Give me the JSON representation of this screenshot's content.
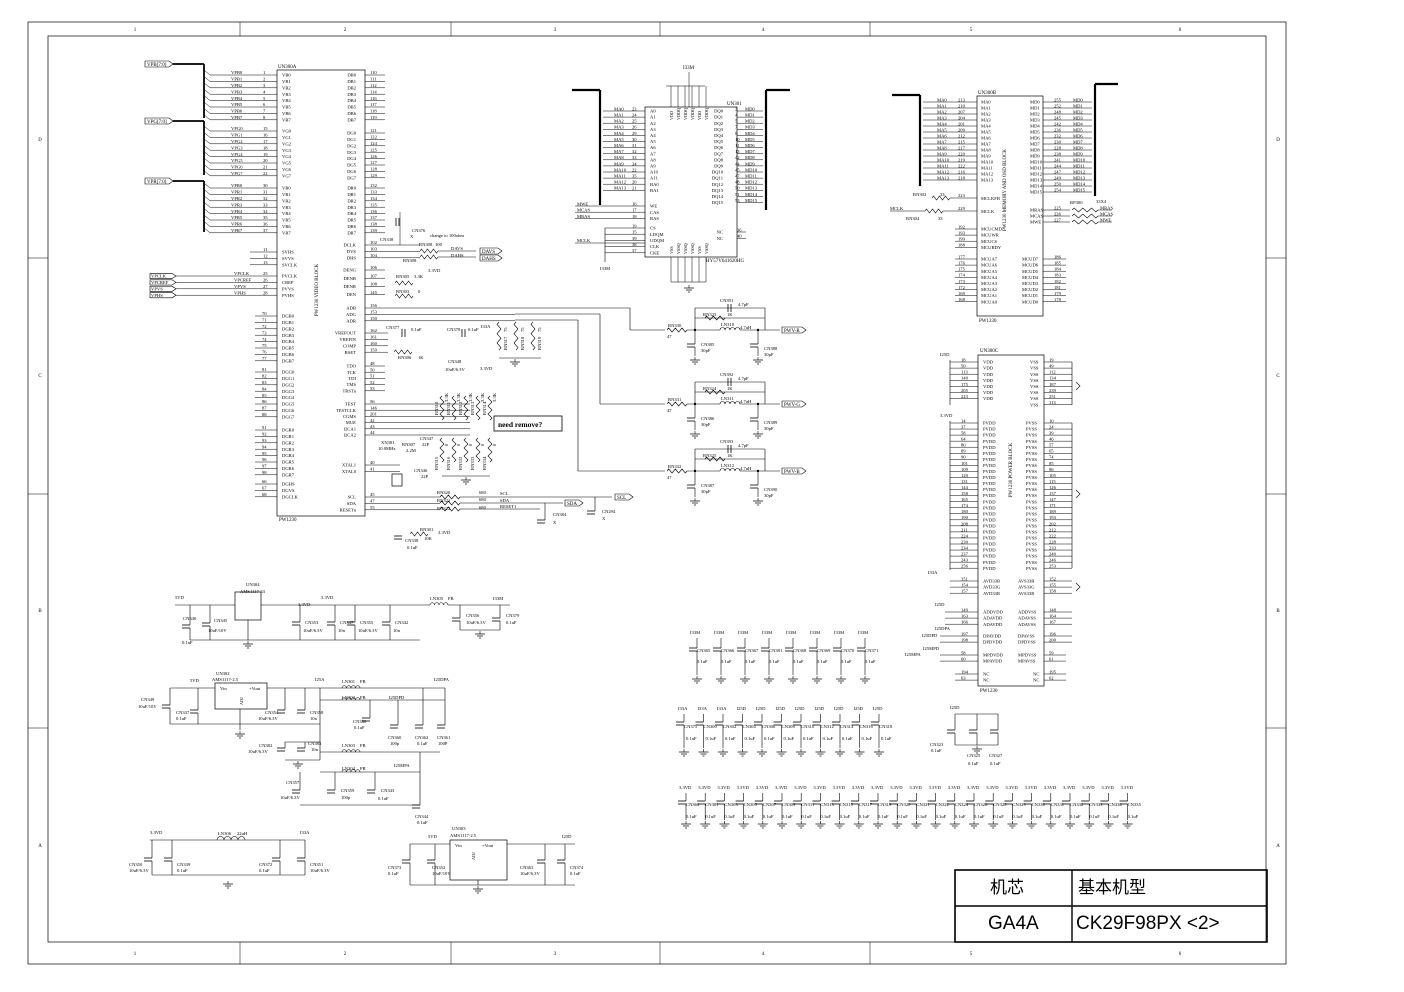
{
  "frame": {
    "col_numbers": [
      "1",
      "2",
      "3",
      "4",
      "5",
      "6"
    ],
    "row_letters": [
      "D",
      "C",
      "B",
      "A"
    ]
  },
  "un300a": {
    "ref": "UN300A",
    "block_label": "PW1230 VIDEO BLOCK",
    "part": "PW1230",
    "buses": [
      "VPB[7:0]",
      "VPG[7:0]",
      "VPR[7:0]"
    ],
    "vpb": [
      "VPB0",
      "VPB1",
      "VPB2",
      "VPB3",
      "VPB4",
      "VPB5",
      "VPB6",
      "VPB7"
    ],
    "vpb_pins": [
      "1",
      "2",
      "3",
      "4",
      "5",
      "6",
      "7",
      "8"
    ],
    "vb": [
      "VB0",
      "VB1",
      "VB2",
      "VB3",
      "VB4",
      "VB5",
      "VB6",
      "VB7"
    ],
    "vpg": [
      "VPG0",
      "VPG1",
      "VPG2",
      "VPG3",
      "VPG4",
      "VPG5",
      "VPG6",
      "VPG7"
    ],
    "vpg_pins": [
      "15",
      "16",
      "17",
      "18",
      "19",
      "20",
      "21",
      "22"
    ],
    "vg": [
      "VG0",
      "VG1",
      "VG2",
      "VG3",
      "VG4",
      "VG5",
      "VG6",
      "VG7"
    ],
    "vpr": [
      "VPR0",
      "VPR1",
      "VPR2",
      "VPR3",
      "VPR4",
      "VPR5",
      "VPR6",
      "VPR7"
    ],
    "vpr_pins": [
      "30",
      "31",
      "32",
      "33",
      "34",
      "35",
      "36",
      "37"
    ],
    "vr": [
      "VR0",
      "VR1",
      "VR2",
      "VR3",
      "VR4",
      "VR5",
      "VR6",
      "VR7"
    ],
    "sync": [
      "SVHS",
      "SVVS",
      "SVCLK"
    ],
    "sync_pins": [
      "11",
      "12",
      "13"
    ],
    "ctrl_nets": [
      "VPCLK",
      "VPCREF",
      "VPVS",
      "VPHS"
    ],
    "ctrl_pins": [
      "25",
      "26",
      "27",
      "28"
    ],
    "ctrl": [
      "PVCLK",
      "CREF",
      "PVVS",
      "PVHS"
    ],
    "dgb_pins": [
      "70",
      "71",
      "72",
      "73",
      "74",
      "75",
      "76",
      "77"
    ],
    "dgb": [
      "DGB0",
      "DGB1",
      "DGB2",
      "DGB3",
      "DGB4",
      "DGB5",
      "DGB6",
      "DGB7"
    ],
    "dgg_pins": [
      "81",
      "82",
      "83",
      "84",
      "85",
      "86",
      "87",
      "88"
    ],
    "dgg": [
      "DGG0",
      "DGG1",
      "DGG2",
      "DGG3",
      "DGG4",
      "DGG5",
      "DGG6",
      "DGG7"
    ],
    "dgr_pins": [
      "91",
      "92",
      "93",
      "94",
      "95",
      "96",
      "97",
      "98"
    ],
    "dgr": [
      "DGR0",
      "DGR1",
      "DGR2",
      "DGR3",
      "DGR4",
      "DGR5",
      "DGR6",
      "DGR7"
    ],
    "dg_ctrl": [
      "DGHS",
      "DGVS",
      "DGCLK"
    ],
    "dg_ctrl_pins": [
      "66",
      "67",
      "68"
    ],
    "db": [
      "DB0",
      "DB1",
      "DB2",
      "DB3",
      "DB4",
      "DB5",
      "DB6",
      "DB7"
    ],
    "db_pins": [
      "110",
      "111",
      "112",
      "114",
      "116",
      "117",
      "118",
      "119"
    ],
    "dg": [
      "DG0",
      "DG1",
      "DG2",
      "DG3",
      "DG4",
      "DG5",
      "DG6",
      "DG7"
    ],
    "dg_pins": [
      "121",
      "122",
      "124",
      "125",
      "126",
      "127",
      "128",
      "129"
    ],
    "dr": [
      "DR0",
      "DR1",
      "DR2",
      "DR3",
      "DR4",
      "DR5",
      "DR6",
      "DR7"
    ],
    "dr_pins": [
      "132",
      "133",
      "134",
      "135",
      "136",
      "137",
      "138",
      "139"
    ],
    "dsync": [
      "DCLK",
      "DVS",
      "DHS"
    ],
    "dsync_pins": [
      "102",
      "103",
      "104"
    ],
    "den": [
      "DENG",
      "DENB",
      "DENR",
      "DEN"
    ],
    "den_pins": [
      "106",
      "107",
      "108",
      "145"
    ],
    "adc": [
      "ADB",
      "ADG",
      "ADR"
    ],
    "adc_pins": [
      "156",
      "153",
      "150"
    ],
    "ref_pins_l": [
      "VREFOUT",
      "VREFIN",
      "COMP",
      "RSET"
    ],
    "ref_pins_n": [
      "162",
      "161",
      "160",
      "159"
    ],
    "test_pins": [
      "TDO",
      "TCK",
      "TDI",
      "TMS",
      "TRSTn"
    ],
    "test_nums": [
      "48",
      "50",
      "51",
      "52",
      "53"
    ],
    "misc_pins": [
      "TEST",
      "TESTCLK",
      "CGMS",
      "MUE",
      "I2CA1",
      "I2CA2"
    ],
    "misc_nums": [
      "56",
      "146",
      "201",
      "42",
      "43",
      "44"
    ],
    "xtal": [
      "XTAL1",
      "XTAL0"
    ],
    "xtal_nums": [
      "40",
      "41"
    ],
    "bus": [
      "SCL",
      "SDA",
      "RESETn"
    ],
    "bus_nums": [
      "45",
      "47",
      "55"
    ]
  },
  "video_parts": {
    "cn376": "CN376",
    "cn376_x": "X",
    "cn376_note": "change to 100ohm",
    "rn308": "RN308",
    "rn308_val": "100",
    "rn308_lower": "RN308",
    "cn338": "CN338",
    "davs": "DAVS",
    "dahs": "DAHS",
    "rn305": "RN305",
    "rn305_val": "3.3K",
    "v33": "3.3VD",
    "rn303": "RN303",
    "rn303_val": "0",
    "cn377": "CN377",
    "cn377_val": "0.1uF",
    "cn378": "CN378",
    "cn378_val": "0.1uF",
    "rn306": "RN306",
    "rn306_val": "1K",
    "i33a": "I33A",
    "cn348": "CN348",
    "cn348_val": "10uF/6.3V",
    "r75": [
      "RN317",
      "RN318",
      "RN319"
    ],
    "r75_val": "75",
    "pull_up": [
      "RN310",
      "RN311",
      "RN312",
      "RN313",
      "RN314"
    ],
    "pull_up_vals": [
      "3.3K",
      "3.3K",
      "3.3K",
      "3.3K",
      "3.3K"
    ],
    "pull_dn": [
      "RN315",
      "RN316",
      "RN332",
      "RN333",
      "RN334"
    ],
    "pull_dn_vals": [
      "0",
      "0",
      "0",
      "0",
      "0"
    ],
    "need_remove": "need remove?",
    "xn301": "XN301",
    "xn301_val": "10.0MHz",
    "rn307": "RN307",
    "rn307_val": "2.2M",
    "cn347": "CN347",
    "cn347_val": "22P",
    "cn346": "CN346",
    "cn346_val": "22P",
    "rn320": "RN320",
    "rn321": "RN321",
    "rn322": "RN322",
    "r680": "680",
    "scl": "SCL",
    "sda": "SDA",
    "reset1": "RESET1",
    "cn384": "CN384",
    "cn384_x": "X",
    "cn294": "CN294",
    "cn294_x": "X",
    "rn301": "RN301",
    "rn301_val": "10K",
    "cn338b": "CN338",
    "cn338b_val": "0.1uF"
  },
  "un301": {
    "ref": "UN301",
    "part": "HY57V641620HG",
    "i33m": "I33M",
    "vdd": [
      "VDD",
      "VDDQ",
      "VDDQ",
      "VDDQ",
      "VDD",
      "VDDQ"
    ],
    "ma": [
      "MA0",
      "MA1",
      "MA2",
      "MA3",
      "MA4",
      "MA5",
      "MA6",
      "MA7",
      "MA8",
      "MA9",
      "MA10",
      "MA11",
      "MA12",
      "MA13"
    ],
    "ma_pins": [
      "23",
      "24",
      "25",
      "26",
      "29",
      "30",
      "31",
      "32",
      "33",
      "34",
      "22",
      "35",
      "20",
      "21"
    ],
    "a": [
      "A0",
      "A1",
      "A2",
      "A3",
      "A4",
      "A5",
      "A6",
      "A7",
      "A8",
      "A9",
      "A10",
      "A11",
      "BA0",
      "BA1"
    ],
    "dq": [
      "DQ0",
      "DQ1",
      "DQ2",
      "DQ3",
      "DQ4",
      "DQ5",
      "DQ6",
      "DQ7",
      "DQ8",
      "DQ9",
      "DQ10",
      "DQ11",
      "DQ12",
      "DQ13",
      "DQ14",
      "DQ15"
    ],
    "dq_pins": [
      "2",
      "4",
      "5",
      "7",
      "8",
      "10",
      "11",
      "13",
      "42",
      "44",
      "45",
      "47",
      "48",
      "50",
      "51",
      "53"
    ],
    "md": [
      "MD0",
      "MD1",
      "MD2",
      "MD3",
      "MD4",
      "MD5",
      "MD6",
      "MD7",
      "MD8",
      "MD9",
      "MD10",
      "MD11",
      "MD12",
      "MD13",
      "MD14",
      "MD15"
    ],
    "ctl_nets": [
      "MWE",
      "MCAS",
      "MRAS"
    ],
    "ctl_pins": [
      "16",
      "17",
      "18"
    ],
    "ctl": [
      "WE",
      "CAS",
      "RAS"
    ],
    "low_l": [
      "CS",
      "LDQM",
      "UDQM",
      "CLK",
      "CKE"
    ],
    "low_n": [
      "19",
      "15",
      "39",
      "38",
      "37"
    ],
    "mclk": "MCLK",
    "i33m_b": "I33M",
    "nc": [
      "NC",
      "NC"
    ],
    "nc_n": [
      "36",
      "40"
    ],
    "vss": [
      "VSS",
      "VSSQ",
      "VSSQ",
      "VSSQ",
      "VSS",
      "VSSQ"
    ]
  },
  "un300b": {
    "ref": "UN300B",
    "block_label": "PW1230 MEMORY AND OSD BLOCK",
    "part": "PW1230",
    "ma_pins": [
      "213",
      "210",
      "207",
      "204",
      "201",
      "209",
      "212",
      "215",
      "217",
      "220",
      "219",
      "222",
      "216",
      "218"
    ],
    "ma_nets": [
      "MA0",
      "MA1",
      "MA2",
      "MA3",
      "MA4",
      "MA5",
      "MA6",
      "MA7",
      "MA8",
      "MA9",
      "MA10",
      "MA11",
      "MA12",
      "MA13"
    ],
    "md_pins": [
      "255",
      "252",
      "248",
      "245",
      "242",
      "236",
      "232",
      "230",
      "228",
      "238",
      "241",
      "244",
      "247",
      "249",
      "250",
      "254"
    ],
    "md_nets": [
      "MD0",
      "MD1",
      "MD2",
      "MD3",
      "MD4",
      "MD5",
      "MD6",
      "MD7",
      "MD8",
      "MD9",
      "MD10",
      "MD11",
      "MD12",
      "MD13",
      "MD14",
      "MD15"
    ],
    "rn302": "RN302",
    "rn302_val": "33",
    "rn304": "RN304",
    "rn304_val": "33",
    "mclkfb": "MCLKFB",
    "mclkfb_pin": "223",
    "mclk": "MCLK",
    "mclk_pin": "229",
    "mclk_net": "MCLK",
    "rp300": "RP300",
    "rp300_val": "33X4",
    "mctl_pins": [
      "225",
      "226",
      "227"
    ],
    "mctl_l": [
      "MRAS",
      "MCAS",
      "MWE"
    ],
    "mctl_nets": [
      "MRAS",
      "MCAS",
      "MWE"
    ],
    "mcu_pins_a": [
      "192",
      "193",
      "199",
      "188"
    ],
    "mcu_a": [
      "MCUCMD",
      "MCUWR",
      "MCUCS",
      "MCURDY"
    ],
    "mcua_pins": [
      "177",
      "176",
      "175",
      "174",
      "173",
      "172",
      "169",
      "168"
    ],
    "mcua": [
      "MCUA7",
      "MCUA6",
      "MCUA5",
      "MCUA4",
      "MCUA3",
      "MCUA2",
      "MCUA1",
      "MCUA0"
    ],
    "mcud": [
      "MCUD7",
      "MCUD6",
      "MCUD5",
      "MCUD4",
      "MCUD3",
      "MCUD2",
      "MCUD1",
      "MCUD0"
    ],
    "mcud_pins": [
      "186",
      "185",
      "184",
      "183",
      "182",
      "181",
      "179",
      "178"
    ]
  },
  "un300c": {
    "ref": "UN300C",
    "block_label": "PW1230 POWER BLOCK",
    "part": "PW1230",
    "i25d": "I25D",
    "vdd_pins": [
      "18",
      "50",
      "113",
      "140",
      "175",
      "205",
      "223"
    ],
    "vss_pins": [
      "19",
      "49",
      "112",
      "134",
      "187",
      "239",
      "251",
      "113"
    ],
    "v33": "3.3VD",
    "pvdd_pins": [
      "14",
      "37",
      "58",
      "64",
      "80",
      "89",
      "90",
      "101",
      "109",
      "120",
      "131",
      "144",
      "158",
      "165",
      "174",
      "180",
      "190",
      "208",
      "211",
      "224",
      "230",
      "234",
      "237",
      "243",
      "256"
    ],
    "pvss_pins": [
      "10",
      "24",
      "39",
      "46",
      "57",
      "65",
      "74",
      "85",
      "96",
      "105",
      "115",
      "126",
      "137",
      "147",
      "171",
      "189",
      "193",
      "202",
      "212",
      "222",
      "228",
      "233",
      "240",
      "246",
      "253"
    ],
    "i33a": "I33A",
    "avdd_pins": [
      "151",
      "154",
      "157"
    ],
    "avdd": [
      "AVD33B",
      "AVD33G",
      "AVD33R"
    ],
    "avss": [
      "AVS33B",
      "AVS33G",
      "AVS33R"
    ],
    "avss_pins": [
      "152",
      "155",
      "158"
    ],
    "i25d_b": "I25D",
    "add_pins": [
      "149",
      "163",
      "166"
    ],
    "add_l": [
      "ADDVDD",
      "ADAVDD",
      "ADAVDD"
    ],
    "ads_l": [
      "ADDVSS",
      "ADAVSS",
      "ADAVSS"
    ],
    "ads_pins": [
      "148",
      "164",
      "167"
    ],
    "i25dpa": "I25DPA",
    "i25dpd": "I25DPD",
    "dp_pins": [
      "197",
      "198"
    ],
    "dp_l": [
      "DPAVDD",
      "DPDVDD"
    ],
    "dps_l": [
      "DPAVSS",
      "DPDVSS"
    ],
    "dps_pins": [
      "196",
      "200"
    ],
    "i25mpd": "I25MPD",
    "i25mpa": "I25MPA",
    "mp_pins": [
      "58",
      "60"
    ],
    "mp_l": [
      "MPDVDD",
      "MPAVDD"
    ],
    "mps_l": [
      "MPDVSS",
      "MPAVSS"
    ],
    "mps_pins": [
      "59",
      "61"
    ],
    "nc_pins": [
      "194",
      "63"
    ],
    "nc_r_pins": [
      "195",
      "62"
    ]
  },
  "rgb_out": {
    "rn330": "RN330",
    "rn331": "RN331",
    "rn332": "RN332",
    "r47": "47",
    "cn391": "CN391",
    "cn392": "CN392",
    "cn393": "CN393",
    "c47": "4.7pF",
    "rn323": "RN323",
    "rn324": "RN324",
    "rn325": "RN325",
    "r1k": "1K",
    "ln310": "LN310",
    "ln311": "LN311",
    "ln312": "LN312",
    "l47": "4.7uH",
    "cn385": "CN385",
    "cn386": "CN386",
    "cn387": "CN387",
    "cn388": "CN388",
    "cn389": "CN389",
    "cn390": "CN390",
    "c30": "30pF",
    "out": [
      "PWV-R",
      "PWV-G",
      "PWV-B"
    ]
  },
  "power": {
    "un304": "UN304",
    "un304_part": "AMS1117-33",
    "v5vd": "5VD",
    "cn340": "CN340",
    "cn345": "CN345",
    "c01": "0.1uF",
    "c10u10": "10uF/10V",
    "v33vd": "3.3VD",
    "cn353": "CN353",
    "cn347": "CN347",
    "cn355": "CN355",
    "cn342": "CN342",
    "c10u63": "10uF/6.3V",
    "c10n": "10n",
    "ln305": "LN305",
    "fb": "FB",
    "i33m": "I33M",
    "cn356": "CN356",
    "cn379": "CN379",
    "un302": "UN302",
    "un302_part": "AMS1117-2.5",
    "vin": "Vin",
    "vout": "+Vout",
    "adj": "ADJ",
    "cn349": "CN349",
    "cn337": "CN337",
    "cn354": "CN354",
    "cn358": "CN358",
    "i25a": "I25A",
    "ln301": "LN301",
    "ln302": "LN302",
    "ln303": "LN303",
    "ln304": "LN304",
    "i25dpd": "I25DPD",
    "i25dpa": "I25DPA",
    "i25mpa": "I25MPA",
    "cn380": "CN380",
    "cn360": "CN360",
    "cn362": "CN362",
    "cn361": "CN361",
    "cn383": "CN383",
    "cn382": "CN382",
    "cn357": "CN357",
    "cn359": "CN359",
    "cn343": "CN343",
    "cn344": "CN344",
    "c100p": "100p",
    "c100P": "100P",
    "ln306": "LN306",
    "l22": "22uH",
    "i33a": "I33A",
    "cn350": "CN350",
    "cn339": "CN339",
    "cn372": "CN372",
    "cn351": "CN351",
    "un303": "UN303",
    "un303_part": "AMS1117-2.5",
    "cn373": "CN373",
    "cn352": "CN352",
    "cn363": "CN363",
    "cn374": "CN374",
    "i25d": "I25D"
  },
  "decoupling": {
    "row1_nets": [
      "I33M",
      "I33M",
      "I33M",
      "I33M",
      "I33M",
      "I33M",
      "I33M",
      "I33M"
    ],
    "row1_refs": [
      "CN365",
      "CN366",
      "CN367",
      "CN381",
      "CN368",
      "CN369",
      "CN370",
      "CN371"
    ],
    "row2_nets": [
      "I33A",
      "I33A",
      "I33A",
      "I25D",
      "I25D",
      "I25D",
      "I25D",
      "I25D",
      "I25D",
      "I25D",
      "I25D"
    ],
    "row2_refs": [
      "CN375",
      "CN300",
      "CN302",
      "CN304",
      "CN306",
      "CN308",
      "CN310",
      "CN312",
      "CN314",
      "CN316",
      "CN318"
    ],
    "row3_refs": [
      "CN364",
      "CN301",
      "CN303",
      "CN305",
      "CN307",
      "CN309",
      "CN311",
      "CN313",
      "CN315",
      "CN317",
      "CN319",
      "CN320",
      "CN321",
      "CN322",
      "CN324",
      "CN326",
      "CN328",
      "CN329",
      "CN330",
      "CN331",
      "CN332",
      "CN333",
      "CN334",
      "CN335"
    ],
    "v33": "3.3VD",
    "c01": "0.1uF",
    "i25d": "I25D",
    "cn323": "CN323",
    "cn325": "CN325",
    "cn327": "CN327"
  },
  "title_block": {
    "label_chip": "机芯",
    "label_model": "基本机型",
    "chip": "GA4A",
    "model": "CK29F98PX <2>"
  }
}
